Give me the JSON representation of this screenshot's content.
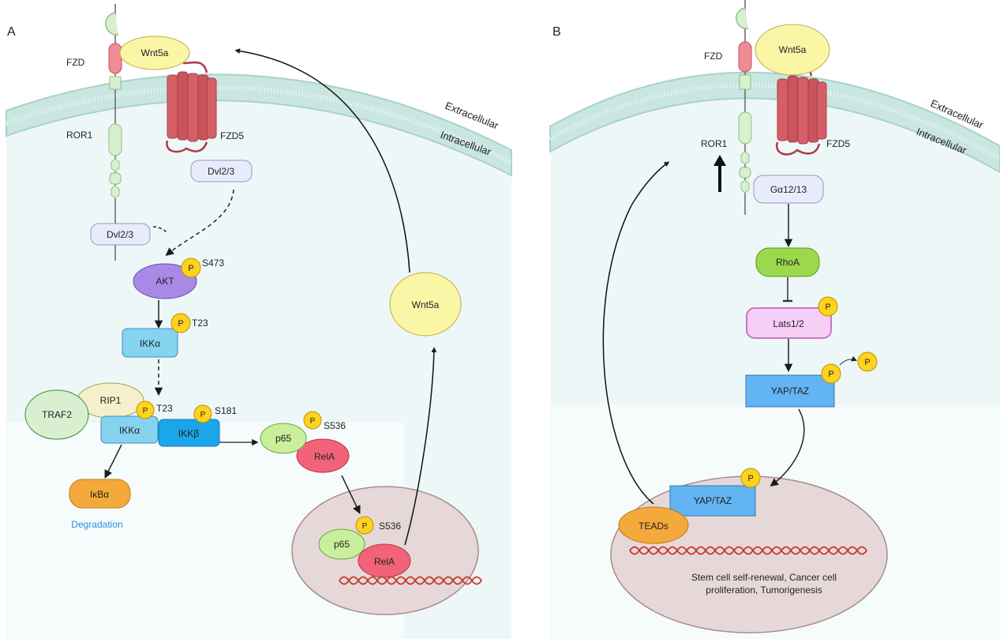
{
  "panel_a": {
    "letter": "A",
    "extracellular": "Extracellular",
    "intracellular": "Intracellular",
    "fzd": "FZD",
    "wnt5a_top": "Wnt5a",
    "fzd5": "FZD5",
    "ror1": "ROR1",
    "dvl_right": "Dvl2/3",
    "dvl_left": "Dvl2/3",
    "akt": "AKT",
    "akt_site": "S473",
    "ikka": "IKKα",
    "ikka_site": "T23",
    "rip1": "RIP1",
    "traf2": "TRAF2",
    "ikka_complex": "IKKα",
    "ikka_complex_site": "T23",
    "ikkb": "IKKβ",
    "ikkb_site": "S181",
    "p65": "p65",
    "p65_site": "S536",
    "rela": "RelA",
    "ikba": "IκBα",
    "degradation": "Degradation",
    "wnt5a_secreted": "Wnt5a",
    "nuc_p65": "p65",
    "nuc_p65_site": "S536",
    "nuc_rela": "RelA",
    "phospho": "P"
  },
  "panel_b": {
    "letter": "B",
    "extracellular": "Extracellular",
    "intracellular": "Intracellular",
    "fzd": "FZD",
    "wnt5a": "Wnt5a",
    "fzd5": "FZD5",
    "ror1": "ROR1",
    "galpha": "Gα12/13",
    "rhoa": "RhoA",
    "lats": "Lats1/2",
    "yaptaz": "YAP/TAZ",
    "nuc_yaptaz": "YAP/TAZ",
    "teads": "TEADs",
    "outcome_line1": "Stem cell self-renewal, Cancer cell",
    "outcome_line2": "proliferation, Tumorigenesis",
    "phospho": "P"
  },
  "colors": {
    "cytoplasm": "#eef7f7",
    "membrane": "#a9d2ca",
    "nucleus": "#e6d8d8",
    "nucleus_border": "#a88a8a",
    "ror1": "#d8efd0",
    "fzd_pink": "#f08a93",
    "wnt5a": "#fbf6a6",
    "fzd5": "#c9545c",
    "dvl": "#e8ecfa",
    "akt": "#a889e6",
    "ikk": "#86d3f0",
    "ikkb": "#1aa6e8",
    "rip1": "#f4f0cc",
    "traf2": "#d9f0d0",
    "p65": "#c9ee9c",
    "rela": "#f2637a",
    "ikba": "#f3a93b",
    "phospho": "#ffd21f",
    "degradation": "#2a8ee0",
    "rhoa": "#9bd84c",
    "lats": "#f6cef6",
    "yaptaz": "#62b4f3",
    "teads": "#f3a93b",
    "dna": "#c0392b"
  }
}
